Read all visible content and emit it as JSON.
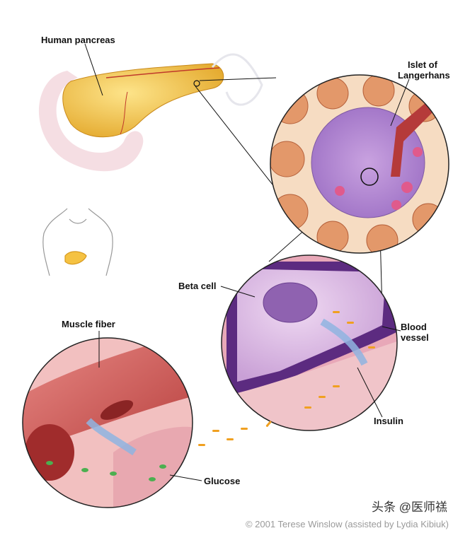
{
  "labels": {
    "pancreas": "Human pancreas",
    "islet": "Islet of Langerhans",
    "beta_cell": "Beta cell",
    "blood_vessel": "Blood vessel",
    "muscle_fiber": "Muscle fiber",
    "insulin": "Insulin",
    "glucose": "Glucose"
  },
  "copyright": "© 2001 Terese Winslow (assisted by Lydia Kibiuk)",
  "watermark": "头条 @医师禚"
}
